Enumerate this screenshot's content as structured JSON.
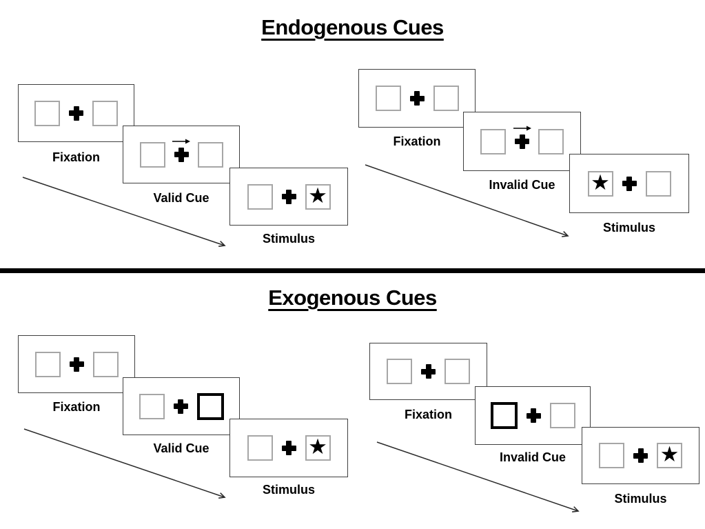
{
  "figure": {
    "kind": "posner-cueing-paradigm-diagram",
    "colors": {
      "ink": "#000000",
      "card_border": "#3f3f3f",
      "placeholder_box_border": "#a6a6a6",
      "cue_box_border": "#000000",
      "background": "#ffffff"
    }
  },
  "symbols": {
    "star": "★"
  },
  "sections": [
    {
      "title": "Endogenous Cues",
      "panels": [
        {
          "name": "endogenous-valid-trial",
          "steps": [
            {
              "label": "Fixation",
              "card": "fixation"
            },
            {
              "label": "Valid Cue",
              "card": "central-arrow-cue",
              "cue_direction": "right"
            },
            {
              "label": "Stimulus",
              "card": "stimulus",
              "target_side": "right"
            }
          ]
        },
        {
          "name": "endogenous-invalid-trial",
          "steps": [
            {
              "label": "Fixation",
              "card": "fixation"
            },
            {
              "label": "Invalid Cue",
              "card": "central-arrow-cue",
              "cue_direction": "right"
            },
            {
              "label": "Stimulus",
              "card": "stimulus",
              "target_side": "left"
            }
          ]
        }
      ]
    },
    {
      "title": "Exogenous Cues",
      "panels": [
        {
          "name": "exogenous-valid-trial",
          "steps": [
            {
              "label": "Fixation",
              "card": "fixation"
            },
            {
              "label": "Valid Cue",
              "card": "peripheral-box-cue",
              "cue_side": "right"
            },
            {
              "label": "Stimulus",
              "card": "stimulus",
              "target_side": "right"
            }
          ]
        },
        {
          "name": "exogenous-invalid-trial",
          "steps": [
            {
              "label": "Fixation",
              "card": "fixation"
            },
            {
              "label": "Invalid Cue",
              "card": "peripheral-box-cue",
              "cue_side": "left"
            },
            {
              "label": "Stimulus",
              "card": "stimulus",
              "target_side": "right"
            }
          ]
        }
      ]
    }
  ]
}
